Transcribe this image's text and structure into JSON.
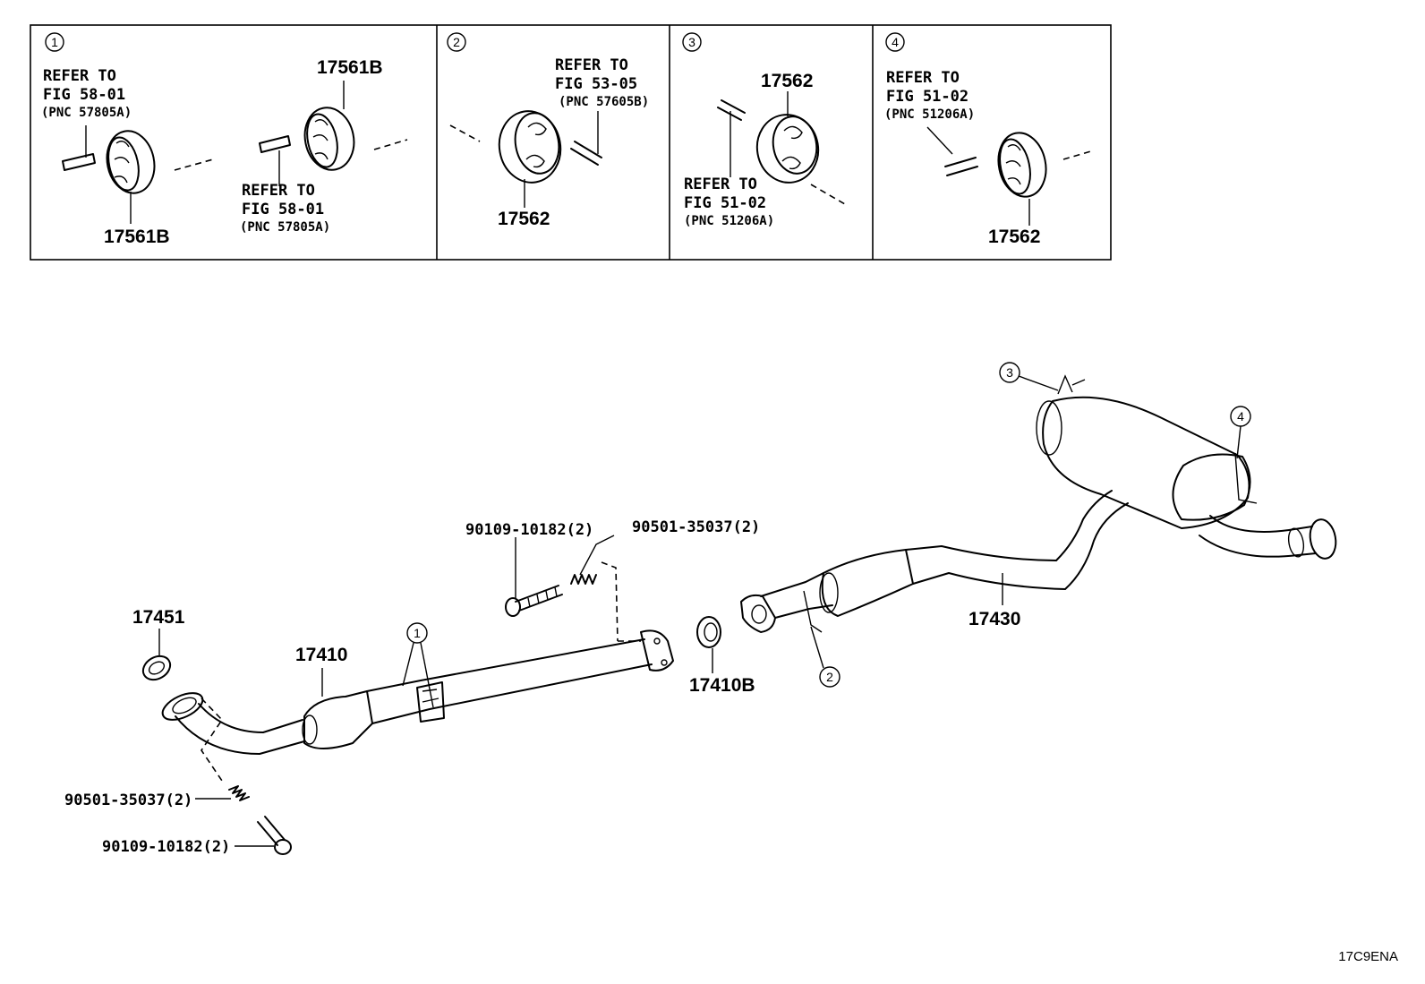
{
  "panels": [
    {
      "index": "1",
      "refer_left": [
        "REFER TO",
        "FIG 58-01",
        "(PNC 57805A)"
      ],
      "refer_right": [
        "REFER TO",
        "FIG 58-01",
        "(PNC 57805A)"
      ],
      "part_left": "17561B",
      "part_right": "17561B"
    },
    {
      "index": "2",
      "refer": [
        "REFER TO",
        "FIG 53-05",
        "(PNC 57605B)"
      ],
      "part": "17562"
    },
    {
      "index": "3",
      "refer": [
        "REFER TO",
        "FIG 51-02",
        "(PNC 51206A)"
      ],
      "part": "17562"
    },
    {
      "index": "4",
      "refer": [
        "REFER TO",
        "FIG 51-02",
        "(PNC 51206A)"
      ],
      "part": "17562"
    }
  ],
  "main": {
    "labels": {
      "gasket_front": "17451",
      "front_pipe": "17410",
      "gasket_center": "17410B",
      "tail_pipe": "17430",
      "bolt_top": "90109-10182(2)",
      "spring_top": "90501-35037(2)",
      "spring_bottom": "90501-35037(2)",
      "bolt_bottom": "90109-10182(2)"
    },
    "callouts": [
      "1",
      "2",
      "3",
      "4"
    ]
  },
  "figure_code": "17C9ENA"
}
